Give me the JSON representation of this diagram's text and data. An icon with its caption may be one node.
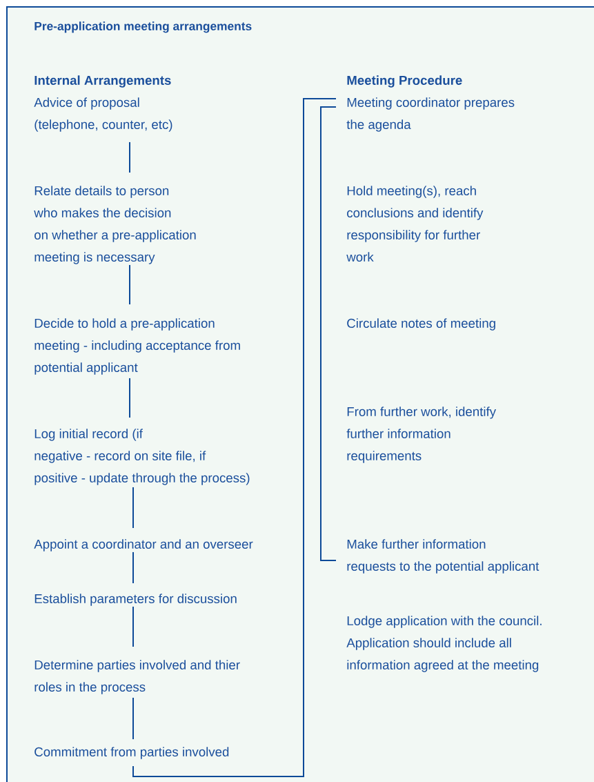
{
  "diagram": {
    "title": "Pre-application meeting arrangements",
    "nodes": [
      {
        "text": [
          "Advice of proposal (telephone, counter, etc)"
        ]
      },
      {
        "text": [
          "Relate details to person who makes the decision on whether a pre-application meeting is necessary"
        ]
      },
      {
        "text": [
          "Decide to hold a pre-application meeting - including acceptance from potential applicant"
        ]
      },
      {
        "text": [
          "Log initial record (if negative - record on site file, if positive - update through the process)"
        ]
      },
      {
        "text": [
          "Appoint a coordinator and an overseer"
        ]
      },
      {
        "text": [
          "Establish parameters for discussion"
        ]
      },
      {
        "text": [
          "Determine parties involved and thier roles in the process"
        ]
      },
      {
        "text": [
          "Commitment from parties involved"
        ]
      },
      {
        "text": [
          "Meeting coordinator prepares the agenda"
        ]
      },
      {
        "text": [
          "Hold meeting(s), reach conclusions and identify responsibility for further work"
        ]
      },
      {
        "text": [
          "Circulate notes of meeting"
        ]
      },
      {
        "text": [
          "From further work, identify further information requirements"
        ]
      },
      {
        "text": [
          "Make further information requests to the potential applicant"
        ]
      },
      {
        "text": [
          "Lodge application with the council. Application should include all information agreed at the meeting"
        ]
      }
    ],
    "edges": [
      {
        "from": 0,
        "to": 1,
        "arrow": "none"
      },
      {
        "from": 1,
        "to": 2,
        "arrow": "none"
      },
      {
        "from": 2,
        "to": 3,
        "arrow": "none"
      },
      {
        "from": 3,
        "to": 4,
        "arrow": "none"
      },
      {
        "from": 4,
        "to": 5,
        "arrow": "none"
      },
      {
        "from": 5,
        "to": 6,
        "arrow": "none"
      },
      {
        "from": 6,
        "to": 7,
        "arrow": "none"
      },
      {
        "from": 7,
        "to": 8,
        "arrow": "none"
      },
      {
        "from": 8,
        "to": 12,
        "arrow": "none"
      }
    ],
    "labels": [
      "Internal Arrangements",
      "Meeting Procedure"
    ]
  }
}
